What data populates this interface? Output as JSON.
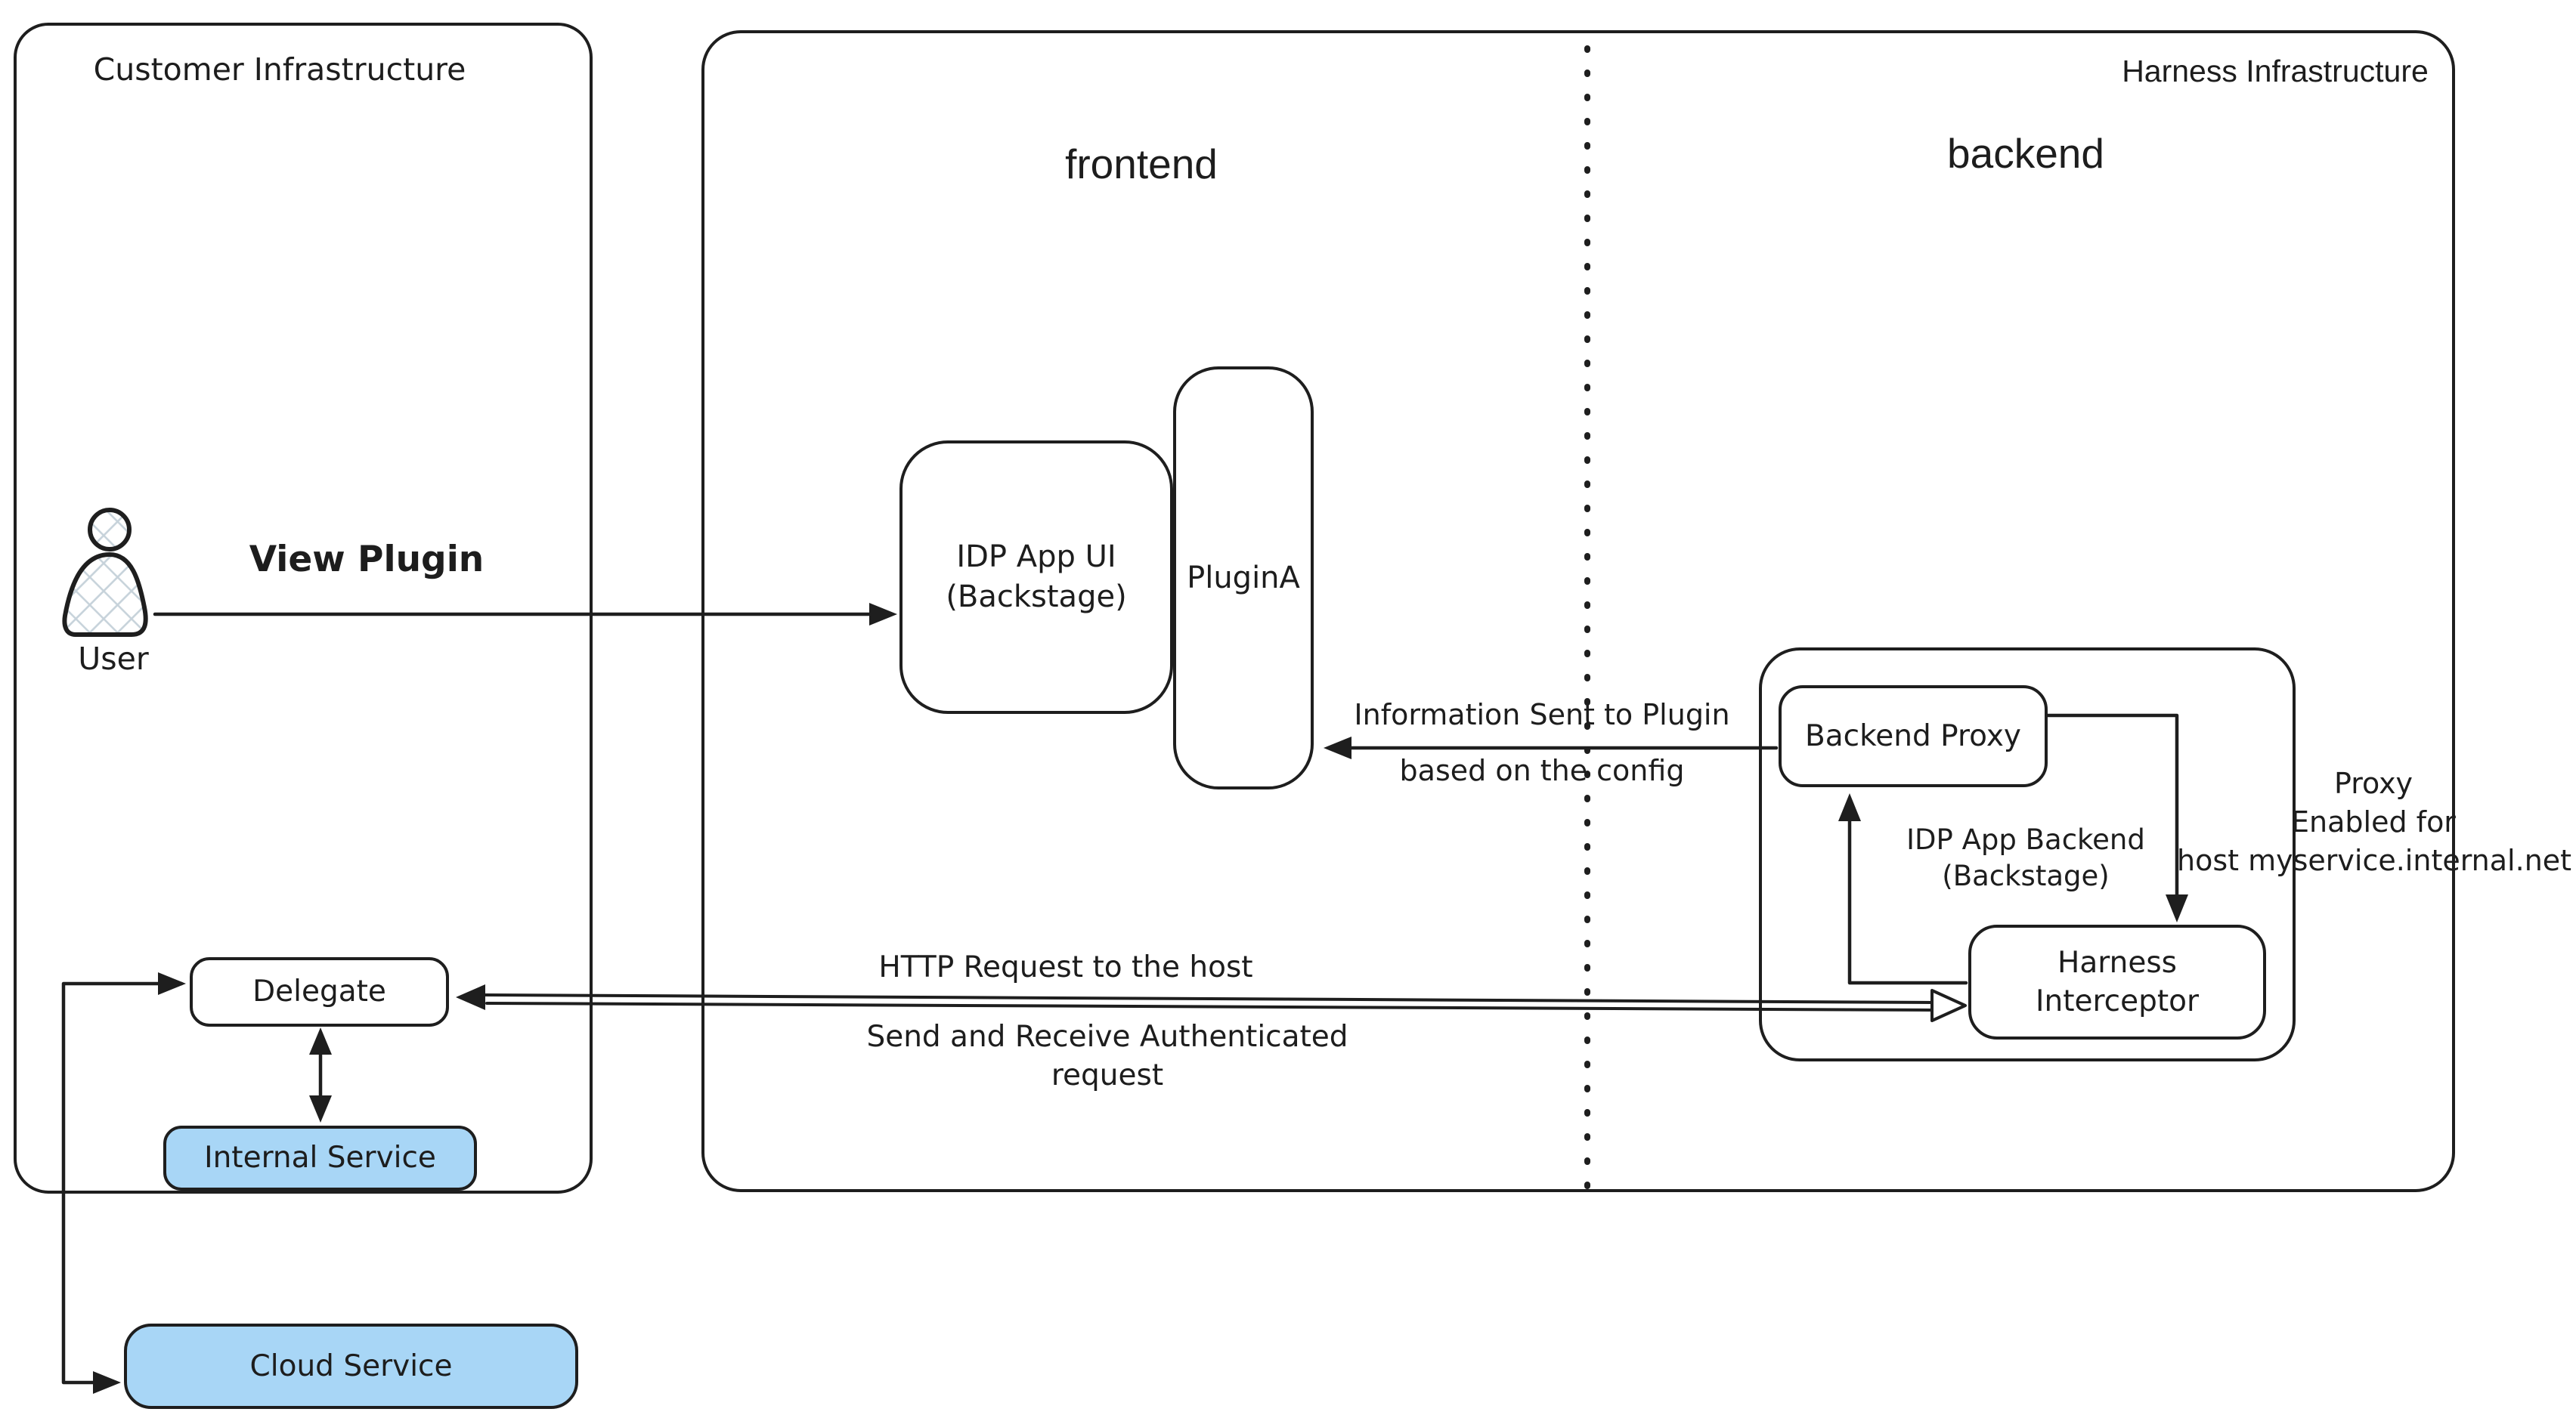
{
  "containers": {
    "customer": {
      "label": "Customer Infrastructure"
    },
    "harness": {
      "label": "Harness Infrastructure",
      "frontend": "frontend",
      "backend": "backend"
    }
  },
  "nodes": {
    "user": {
      "label": "User"
    },
    "idp_app_ui": {
      "line1": "IDP App UI",
      "line2": "(Backstage)"
    },
    "plugin_a": {
      "label": "PluginA"
    },
    "backend_proxy": {
      "label": "Backend Proxy"
    },
    "idp_app_backend": {
      "line1": "IDP App Backend",
      "line2": "(Backstage)"
    },
    "harness_interceptor": {
      "line1": "Harness",
      "line2": "Interceptor"
    },
    "delegate": {
      "label": "Delegate"
    },
    "internal_service": {
      "label": "Internal Service"
    },
    "cloud_service": {
      "label": "Cloud Service"
    }
  },
  "edges": {
    "view_plugin": {
      "label": "View Plugin"
    },
    "info_sent": {
      "line1": "Information Sent to Plugin",
      "line2": "based on the config"
    },
    "http_request": {
      "label": "HTTP Request to the host"
    },
    "auth_request": {
      "line1": "Send and Receive Authenticated",
      "line2": "request"
    },
    "proxy_enabled": {
      "line1": "Proxy",
      "line2": "Enabled for",
      "line3": "host myservice.internal.net"
    }
  },
  "colors": {
    "stroke": "#1e1e1e",
    "service_fill": "#a8d6f6",
    "hatch": "#c6d2da"
  }
}
